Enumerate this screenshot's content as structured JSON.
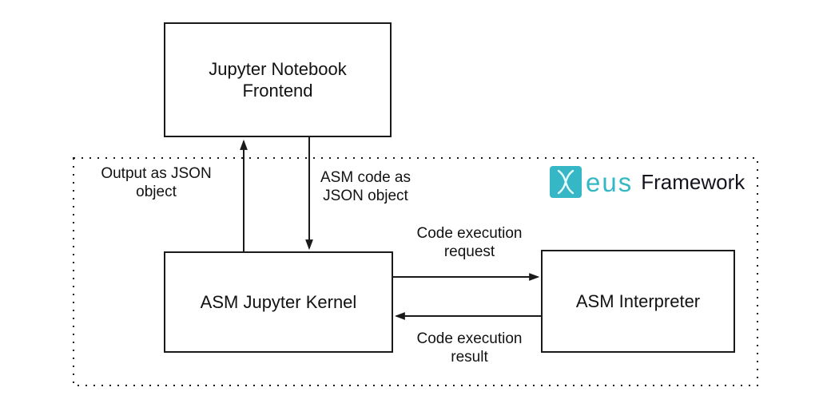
{
  "nodes": {
    "frontend": "Jupyter Notebook\nFrontend",
    "kernel": "ASM Jupyter Kernel",
    "interpreter": "ASM Interpreter"
  },
  "edges": {
    "output": "Output as JSON\nobject",
    "asm_code": "ASM code as\nJSON object",
    "request": "Code execution\nrequest",
    "result": "Code execution\nresult"
  },
  "framework": {
    "logo_text": "eus",
    "label": "Framework"
  },
  "colors": {
    "teal": "#35b7c5",
    "stroke": "#1a1a1a"
  }
}
